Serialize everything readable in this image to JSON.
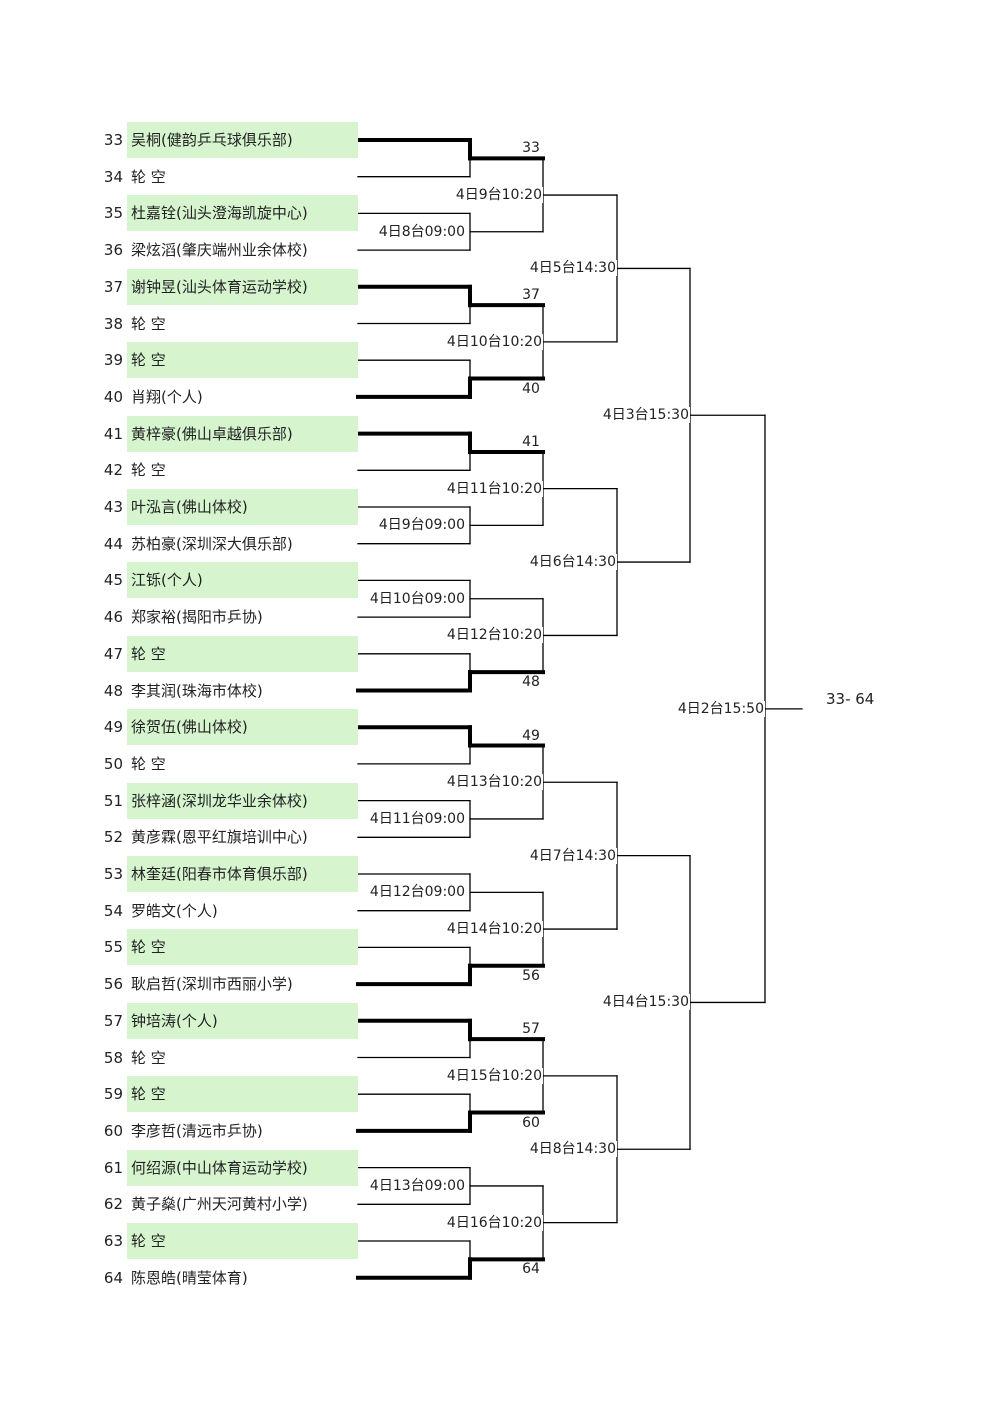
{
  "players": [
    {
      "seed": "33",
      "name": "吴桐(健韵乒乓球俱乐部)"
    },
    {
      "seed": "34",
      "name": "轮  空"
    },
    {
      "seed": "35",
      "name": "杜嘉铨(汕头澄海凯旋中心)"
    },
    {
      "seed": "36",
      "name": "梁炫滔(肇庆端州业余体校)"
    },
    {
      "seed": "37",
      "name": "谢钟昱(汕头体育运动学校)"
    },
    {
      "seed": "38",
      "name": "轮  空"
    },
    {
      "seed": "39",
      "name": "轮  空"
    },
    {
      "seed": "40",
      "name": "肖翔(个人)"
    },
    {
      "seed": "41",
      "name": "黄梓豪(佛山卓越俱乐部)"
    },
    {
      "seed": "42",
      "name": "轮  空"
    },
    {
      "seed": "43",
      "name": "叶泓言(佛山体校)"
    },
    {
      "seed": "44",
      "name": "苏柏豪(深圳深大俱乐部)"
    },
    {
      "seed": "45",
      "name": "江铄(个人)"
    },
    {
      "seed": "46",
      "name": "郑家裕(揭阳市乒协)"
    },
    {
      "seed": "47",
      "name": "轮  空"
    },
    {
      "seed": "48",
      "name": "李其润(珠海市体校)"
    },
    {
      "seed": "49",
      "name": "徐贺伍(佛山体校)"
    },
    {
      "seed": "50",
      "name": "轮  空"
    },
    {
      "seed": "51",
      "name": "张梓涵(深圳龙华业余体校)"
    },
    {
      "seed": "52",
      "name": "黄彦霖(恩平红旗培训中心)"
    },
    {
      "seed": "53",
      "name": "林奎廷(阳春市体育俱乐部)"
    },
    {
      "seed": "54",
      "name": "罗皓文(个人)"
    },
    {
      "seed": "55",
      "name": "轮  空"
    },
    {
      "seed": "56",
      "name": "耿启哲(深圳市西丽小学)"
    },
    {
      "seed": "57",
      "name": "钟培涛(个人)"
    },
    {
      "seed": "58",
      "name": "轮  空"
    },
    {
      "seed": "59",
      "name": "轮  空"
    },
    {
      "seed": "60",
      "name": "李彦哲(清远市乒协)"
    },
    {
      "seed": "61",
      "name": "何绍源(中山体育运动学校)"
    },
    {
      "seed": "62",
      "name": "黄子燊(广州天河黄村小学)"
    },
    {
      "seed": "63",
      "name": "轮  空"
    },
    {
      "seed": "64",
      "name": "陈恩皓(晴莹体育)"
    }
  ],
  "round1": [
    {
      "advance": "33",
      "winner": "top",
      "label": ""
    },
    {
      "advance": "",
      "winner": "",
      "label": "4日8台09:00"
    },
    {
      "advance": "37",
      "winner": "top",
      "label": ""
    },
    {
      "advance": "40",
      "winner": "bottom",
      "label": ""
    },
    {
      "advance": "41",
      "winner": "top",
      "label": ""
    },
    {
      "advance": "",
      "winner": "",
      "label": "4日9台09:00"
    },
    {
      "advance": "",
      "winner": "",
      "label": "4日10台09:00"
    },
    {
      "advance": "48",
      "winner": "bottom",
      "label": ""
    },
    {
      "advance": "49",
      "winner": "top",
      "label": ""
    },
    {
      "advance": "",
      "winner": "",
      "label": "4日11台09:00"
    },
    {
      "advance": "",
      "winner": "",
      "label": "4日12台09:00"
    },
    {
      "advance": "56",
      "winner": "bottom",
      "label": ""
    },
    {
      "advance": "57",
      "winner": "top",
      "label": ""
    },
    {
      "advance": "60",
      "winner": "bottom",
      "label": ""
    },
    {
      "advance": "",
      "winner": "",
      "label": "4日13台09:00"
    },
    {
      "advance": "64",
      "winner": "bottom",
      "label": ""
    }
  ],
  "round2": [
    "4日9台10:20",
    "4日10台10:20",
    "4日11台10:20",
    "4日12台10:20",
    "4日13台10:20",
    "4日14台10:20",
    "4日15台10:20",
    "4日16台10:20"
  ],
  "round3": [
    "4日5台14:30",
    "4日6台14:30",
    "4日7台14:30",
    "4日8台14:30"
  ],
  "round4": [
    "4日3台15:30",
    "4日4台15:30"
  ],
  "final": "4日2台15:50",
  "range_label": "33- 64",
  "colors": {
    "shade": "#d6f5cf",
    "line": "#000000"
  }
}
